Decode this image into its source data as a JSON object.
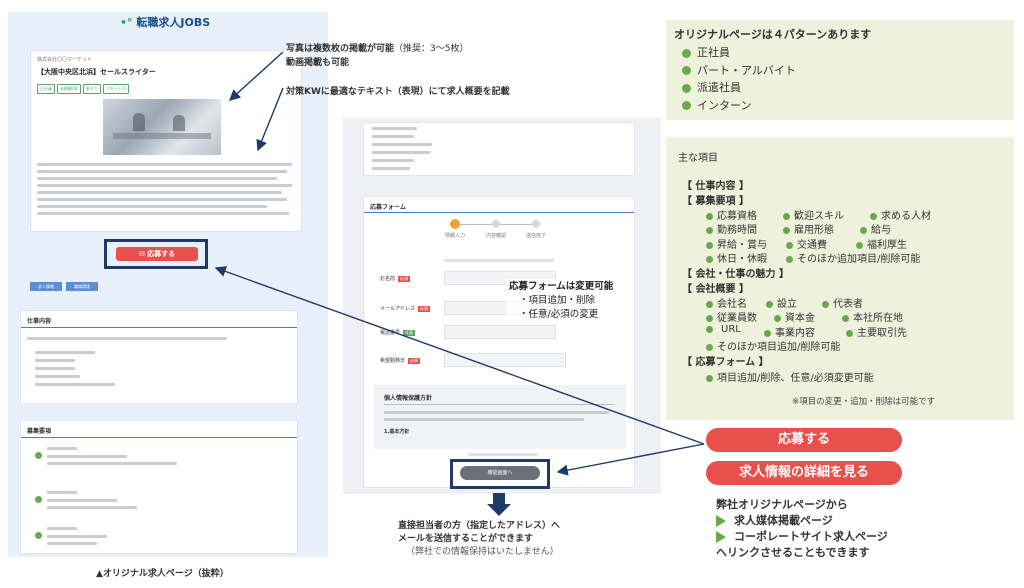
{
  "left_page": {
    "logo_text": "転職求人JOBS",
    "job_title": "【大阪中央区北浜】セールスライター",
    "apply_button": "応募する",
    "tabs": [
      "求人情報",
      "職場環境"
    ],
    "section_job": "仕事内容",
    "section_requirements": "募集要項"
  },
  "form_page": {
    "section_title": "応募フォーム",
    "steps": [
      "情報入力",
      "内容確認",
      "送信完了"
    ],
    "fields": [
      {
        "label": "お名前",
        "badge": "必須"
      },
      {
        "label": "メールアドレス",
        "badge": "必須"
      },
      {
        "label": "電話番号",
        "badge": "任意"
      },
      {
        "label": "希望勤務日",
        "badge": "必須"
      }
    ],
    "privacy_title": "個人情報保護方針",
    "privacy_sub": "1.基本方針",
    "confirm_button": "確認画面へ"
  },
  "annotations": {
    "photos_line1": "写真は複数枚の掲載が可能",
    "photos_note": "（推奨：3〜5枚）",
    "photos_line2": "動画掲載も可能",
    "seo_text": "対策KWに最適なテキスト（表現）にて求人概要を記載",
    "form_line1": "応募フォームは変更可能",
    "form_line2": "・項目追加・削除",
    "form_line3": "・任意/必須の変更",
    "email_line1": "直接担当者の方（指定したアドレス）へ",
    "email_line2": "メールを送信することができます",
    "email_line3": "（弊社での情報保持はいたしません）",
    "caption": "▲オリジナル求人ページ（抜粋）"
  },
  "patterns_box": {
    "title": "オリジナルページは４パターンあります",
    "items": [
      "正社員",
      "パート・アルバイト",
      "派遣社員",
      "インターン"
    ]
  },
  "items_box": {
    "title": "主な項目",
    "cat_work": "【 仕事内容 】",
    "cat_recruit": "【 募集要項 】",
    "recruit_row1": [
      "応募資格",
      "歓迎スキル",
      "求める人材"
    ],
    "recruit_row2": [
      "勤務時間",
      "雇用形態",
      "給与"
    ],
    "recruit_row3": [
      "昇給・賞与",
      "交通費",
      "福利厚生"
    ],
    "recruit_row4": [
      "休日・休暇",
      "そのほか追加項目/削除可能"
    ],
    "cat_appeal": "【 会社・仕事の魅力 】",
    "cat_company": "【 会社概要 】",
    "company_row1": [
      "会社名",
      "設立",
      "代表者"
    ],
    "company_row2": [
      "従業員数",
      "資本金",
      "本社所在地"
    ],
    "company_row3": [
      "URL",
      "事業内容",
      "主要取引先"
    ],
    "company_row4": [
      "そのほか項目追加/削除可能"
    ],
    "cat_form": "【 応募フォーム 】",
    "form_row1": [
      "項目追加/削除、任意/必須変更可能"
    ],
    "note": "※項目の変更・追加・削除は可能です"
  },
  "right_buttons": {
    "apply": "応募する",
    "details": "求人情報の詳細を見る"
  },
  "link_text": {
    "line1": "弊社オリジナルページから",
    "line2": "求人媒体掲載ページ",
    "line3": "コーポレートサイト求人ページ",
    "line4": "へリンクさせることもできます"
  },
  "colors": {
    "accent_red": "#e8504c",
    "green": "#6aa84f",
    "panel_green": "#eef2dc",
    "navy": "#1f3a68"
  }
}
